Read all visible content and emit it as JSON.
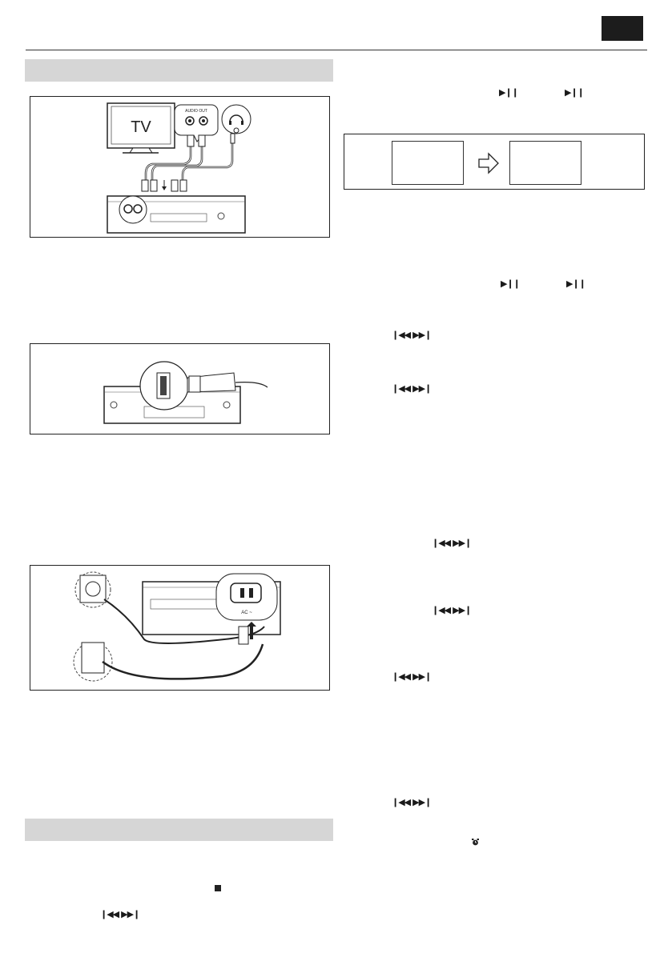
{
  "page": {
    "figures": {
      "tv": {
        "tv_label": "TV",
        "audio_out_label": "AUDIO OUT"
      },
      "power": {
        "ac_label": "AC ~"
      }
    },
    "icons": [
      "play-pause-icon",
      "play-pause-icon",
      "play-pause-icon",
      "play-pause-icon",
      "prev-next-icon",
      "prev-next-icon",
      "prev-next-icon",
      "prev-next-icon",
      "prev-next-icon",
      "prev-next-icon",
      "prev-next-icon",
      "stop-icon",
      "prev-next-icon",
      "alarm-icon"
    ]
  }
}
